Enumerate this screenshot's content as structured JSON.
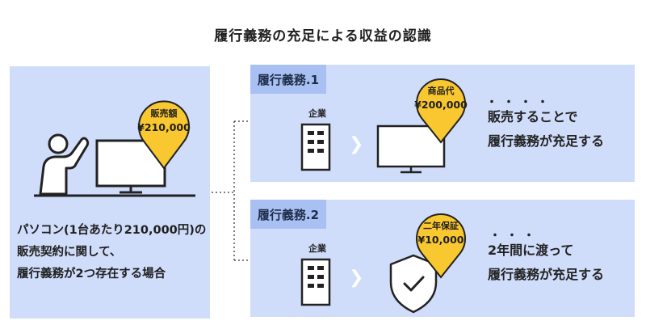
{
  "title": "履行義務の充足による収益の認識",
  "left": {
    "pin_label": "販売額",
    "pin_value": "¥210,000",
    "desc_lines": [
      "パソコン(1台あたり210,000円)の",
      "販売契約に関して、",
      "履行義務が2つ存在する場合"
    ]
  },
  "obligations": [
    {
      "label": "履行義務.1",
      "company": "企業",
      "pin_label": "商品代",
      "pin_value": "¥200,000",
      "dots": "・・・・",
      "text_lines": [
        "販売することで",
        "履行義務が充足する"
      ],
      "icon": "monitor-icon"
    },
    {
      "label": "履行義務.2",
      "company": "企業",
      "pin_label": "二年保証",
      "pin_value": "¥10,000",
      "dots": "・・・",
      "text_lines": [
        "2年間に渡って",
        "履行義務が充足する"
      ],
      "icon": "shield-check-icon"
    }
  ],
  "colors": {
    "panel": "#cfdcfa",
    "label": "#a9c0f3",
    "pin": "#f9c72f",
    "stroke": "#222222"
  }
}
